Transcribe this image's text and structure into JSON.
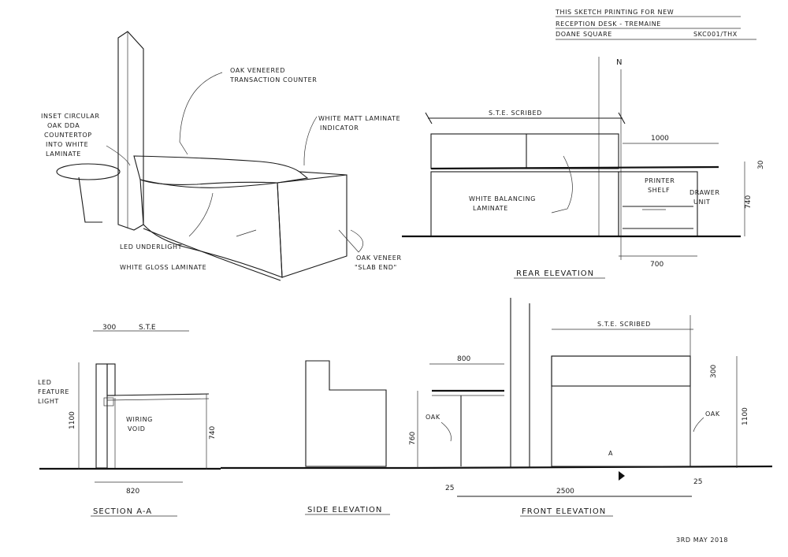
{
  "title_block": {
    "line1": "THIS SKETCH PRINTING FOR NEW",
    "line2": "RECEPTION DESK - TREMAINE",
    "line3": "DOANE SQUARE",
    "ref": "SKC001/THX"
  },
  "date": "3RD MAY 2018",
  "north_label": "N",
  "perspective": {
    "note_inset": [
      "INSET CIRCULAR",
      "OAK DDA",
      "COUNTERTOP",
      "INTO WHITE",
      "LAMINATE"
    ],
    "note_oak_counter": [
      "OAK VENEERED",
      "TRANSACTION COUNTER"
    ],
    "note_white_matt": [
      "WHITE MATT LAMINATE",
      "INDICATOR"
    ],
    "note_led": "LED UNDERLIGHT",
    "note_gloss": "WHITE GLOSS LAMINATE",
    "note_oak_end": [
      "OAK VENEER",
      "\"SLAB END\""
    ]
  },
  "rear_elevation": {
    "title": "REAR ELEVATION",
    "dim_top": "S.T.E. SCRIBED",
    "dim_right": "1000",
    "dim_small": "30",
    "dim_height": "740",
    "dim_bottom": "700",
    "note_balancing": [
      "WHITE BALANCING",
      "LAMINATE"
    ],
    "note_printer": [
      "PRINTER",
      "SHELF"
    ],
    "note_drawer": [
      "DRAWER",
      "UNIT"
    ]
  },
  "section_aa": {
    "title": "SECTION A-A",
    "dim_300": "300",
    "dim_ste": "S.T.E",
    "dim_1100": "1100",
    "dim_740": "740",
    "dim_width": "820",
    "note_led": [
      "LED",
      "FEATURE",
      "LIGHT"
    ],
    "note_wiring": [
      "WIRING",
      "VOID"
    ]
  },
  "side_elevation": {
    "title": "SIDE ELEVATION"
  },
  "front_elevation": {
    "title": "FRONT ELEVATION",
    "dim_800": "800",
    "dim_ste": "S.T.E. SCRIBED",
    "dim_300": "300",
    "dim_1100": "1100",
    "dim_760": "760",
    "dim_25a": "25",
    "dim_25b": "25",
    "dim_2500": "2500",
    "note_oak_left": "OAK",
    "note_oak_right": "OAK",
    "marker_a": "A"
  }
}
